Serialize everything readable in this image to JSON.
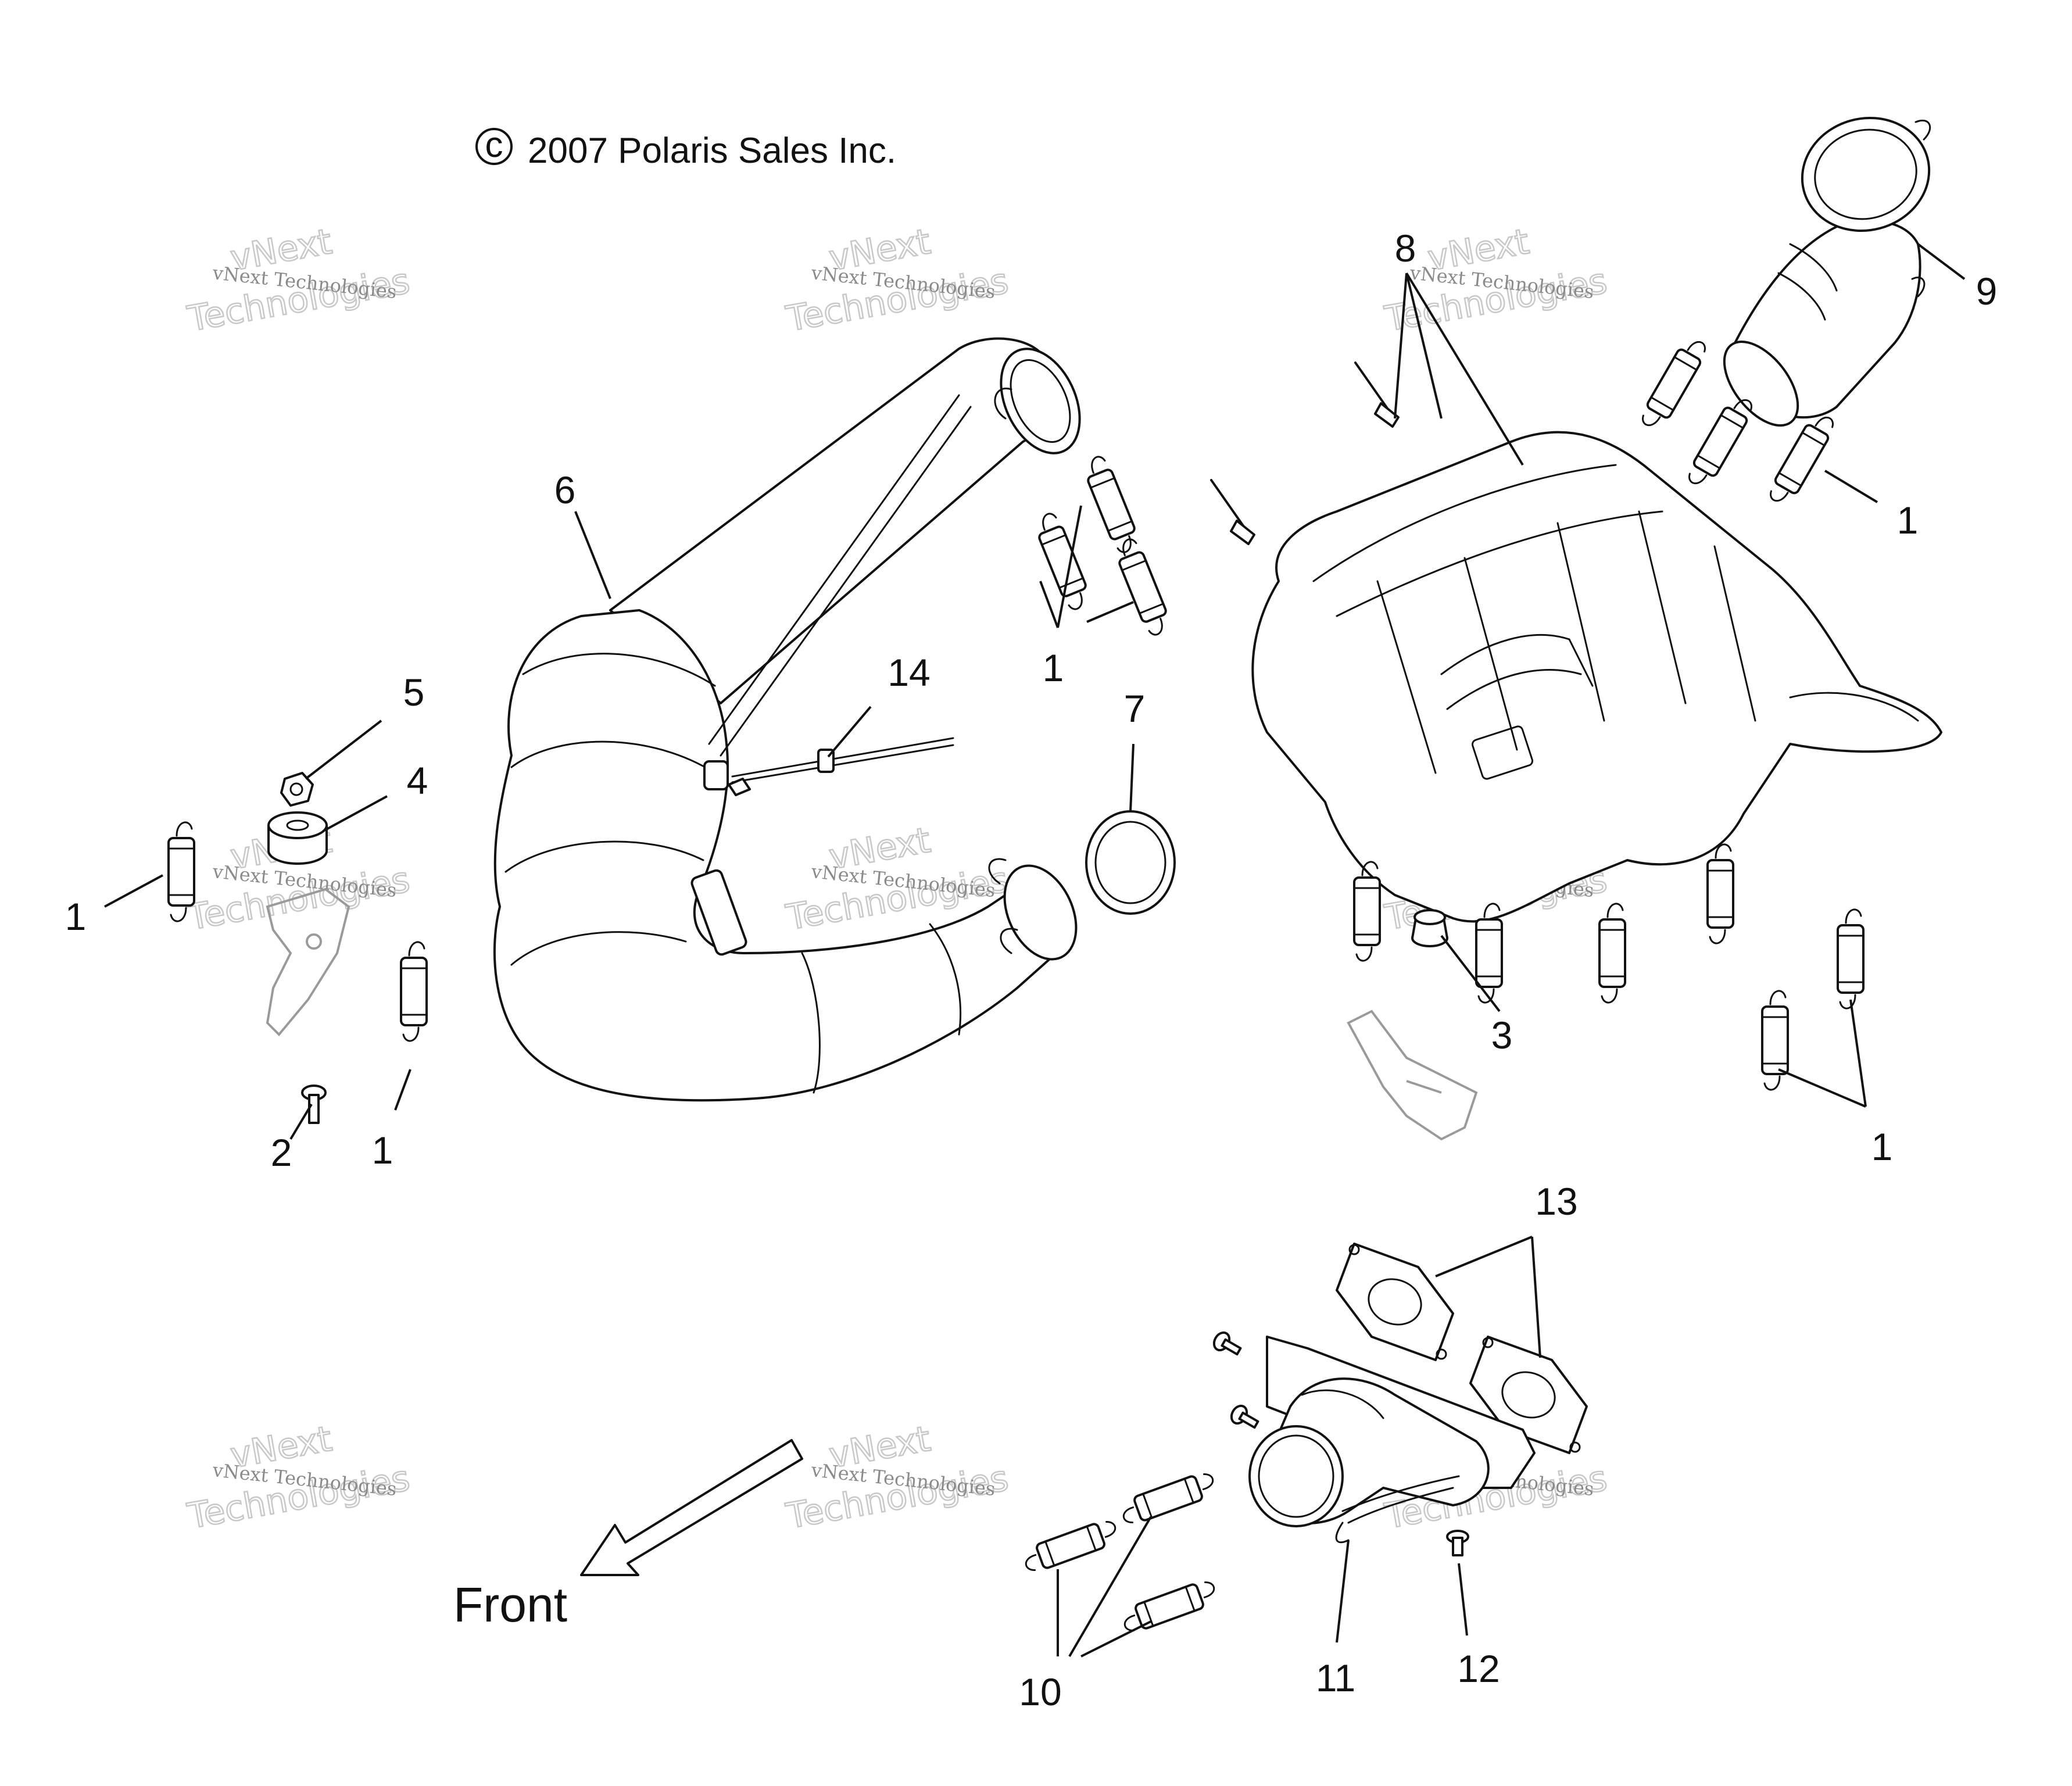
{
  "copyright": {
    "symbol": "c",
    "text": "2007 Polaris Sales Inc."
  },
  "front_label": "Front",
  "watermark": {
    "line1": "vNext Technologies",
    "line2": "vNext",
    "line3": "Technologies"
  },
  "callouts": [
    {
      "id": "c1a",
      "text": "1"
    },
    {
      "id": "c1b",
      "text": "1"
    },
    {
      "id": "c1c",
      "text": "1"
    },
    {
      "id": "c1d",
      "text": "1"
    },
    {
      "id": "c1e",
      "text": "1"
    },
    {
      "id": "c2",
      "text": "2"
    },
    {
      "id": "c3",
      "text": "3"
    },
    {
      "id": "c4",
      "text": "4"
    },
    {
      "id": "c5",
      "text": "5"
    },
    {
      "id": "c6",
      "text": "6"
    },
    {
      "id": "c7",
      "text": "7"
    },
    {
      "id": "c8",
      "text": "8"
    },
    {
      "id": "c9",
      "text": "9"
    },
    {
      "id": "c10",
      "text": "10"
    },
    {
      "id": "c11",
      "text": "11"
    },
    {
      "id": "c12",
      "text": "12"
    },
    {
      "id": "c13",
      "text": "13"
    },
    {
      "id": "c14",
      "text": "14"
    }
  ],
  "colors": {
    "ink": "#111111",
    "ghost": "#9a9a9a",
    "watermark": "#8a8a8a"
  }
}
